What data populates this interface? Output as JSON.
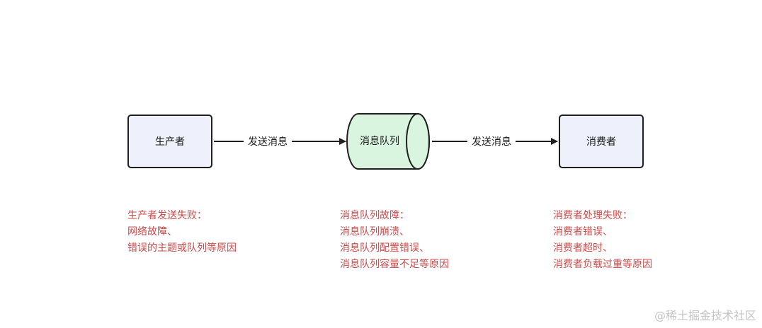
{
  "nodes": {
    "producer": "生产者",
    "queue": "消息队列",
    "consumer": "消费者"
  },
  "edges": [
    {
      "label": "发送消息"
    },
    {
      "label": "发送消息"
    }
  ],
  "notes": {
    "producer": [
      "生产者发送失败：",
      "网络故障、",
      "错误的主题或队列等原因"
    ],
    "queue": [
      "消息队列故障：",
      "消息队列崩溃、",
      "消息队列配置错误、",
      "消息队列容量不足等原因"
    ],
    "consumer": [
      "消费者处理失败：",
      "消费者错误、",
      "消费者超时、",
      "消费者负载过重等原因"
    ]
  },
  "watermark": "@稀土掘金技术社区",
  "colors": {
    "box_fill": "#eef0fb",
    "queue_fill": "#d9f5df",
    "note_text": "#c94a4a",
    "stroke": "#1f1f1f"
  }
}
